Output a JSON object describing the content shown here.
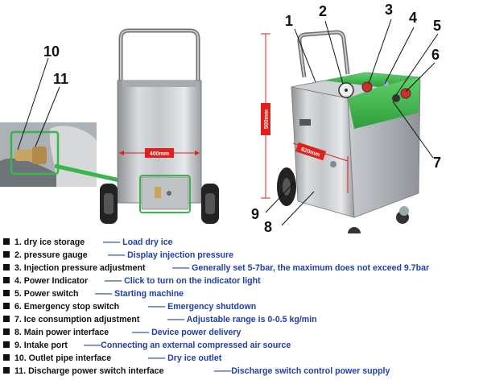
{
  "callouts": [
    "1",
    "2",
    "3",
    "4",
    "5",
    "6",
    "7",
    "8",
    "9",
    "10",
    "11"
  ],
  "dimensions": {
    "width": "400mm",
    "depth": "620mm",
    "height": "500mm"
  },
  "colors": {
    "accent_green": "#39b54a",
    "dim_red": "#e0201b",
    "desc_blue": "#1f3fae",
    "steel": "#b8bcc0"
  },
  "legend": [
    {
      "name": "1. dry ice storage",
      "desc": "—— Load dry ice"
    },
    {
      "name": "2. pressure gauge",
      "desc": "—— Display injection pressure"
    },
    {
      "name": "3. Injection pressure adjustment",
      "desc": "—— Generally set 5-7bar, the maximum does not exceed 9.7bar"
    },
    {
      "name": "4. Power Indicator",
      "desc": "—— Click to turn on the indicator light"
    },
    {
      "name": "5. Power switch",
      "desc": "—— Starting machine"
    },
    {
      "name": "6. Emergency stop switch",
      "desc": "—— Emergency shutdown"
    },
    {
      "name": "7. Ice consumption adjustment",
      "desc": "—— Adjustable range is 0-0.5 kg/min"
    },
    {
      "name": "8. Main power interface",
      "desc": "—— Device power delivery"
    },
    {
      "name": "9. Intake port",
      "desc": "——Connecting an external compressed air source"
    },
    {
      "name": "10. Outlet pipe interface",
      "desc": "—— Dry ice outlet"
    },
    {
      "name": "11. Discharge power switch interface",
      "desc": "——Discharge switch control power supply"
    }
  ]
}
